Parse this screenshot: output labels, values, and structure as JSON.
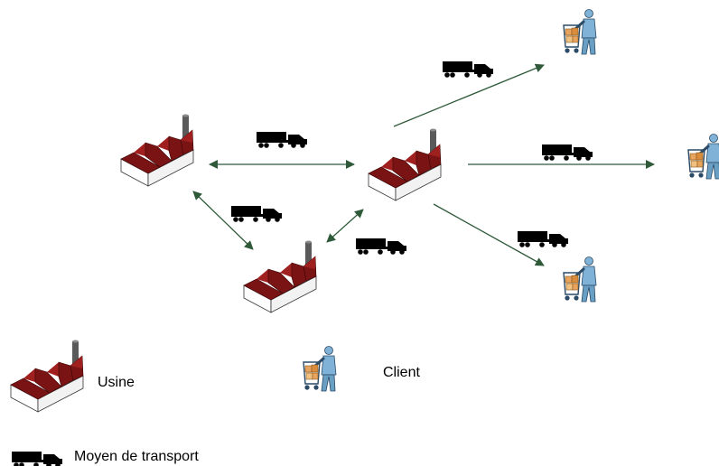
{
  "legend": {
    "factory_label": "Usine",
    "client_label": "Client",
    "transport_label": "Moyen de transport"
  },
  "colors": {
    "factory_roof": "#7a1414",
    "factory_wall": "#ffffff",
    "chimney": "#5a5a5a",
    "arrow": "#2f5a3a",
    "truck": "#000000",
    "client_figure": "#7fb2d6",
    "box": "#e8a45c"
  },
  "icons": {
    "factory": "factory-icon",
    "client": "shopping-cart-person-icon",
    "transport": "truck-icon"
  },
  "nodes": [
    {
      "id": "factory-left",
      "kind": "factory"
    },
    {
      "id": "factory-center",
      "kind": "factory"
    },
    {
      "id": "factory-bottom",
      "kind": "factory"
    },
    {
      "id": "client-top",
      "kind": "client"
    },
    {
      "id": "client-right",
      "kind": "client"
    },
    {
      "id": "client-bottom",
      "kind": "client"
    }
  ],
  "links": [
    {
      "from": "factory-left",
      "to": "factory-center",
      "direction": "both"
    },
    {
      "from": "factory-left",
      "to": "factory-bottom",
      "direction": "both"
    },
    {
      "from": "factory-bottom",
      "to": "factory-center",
      "direction": "both"
    },
    {
      "from": "factory-center",
      "to": "client-top",
      "direction": "forward"
    },
    {
      "from": "factory-center",
      "to": "client-right",
      "direction": "forward"
    },
    {
      "from": "factory-center",
      "to": "client-bottom",
      "direction": "forward"
    }
  ]
}
